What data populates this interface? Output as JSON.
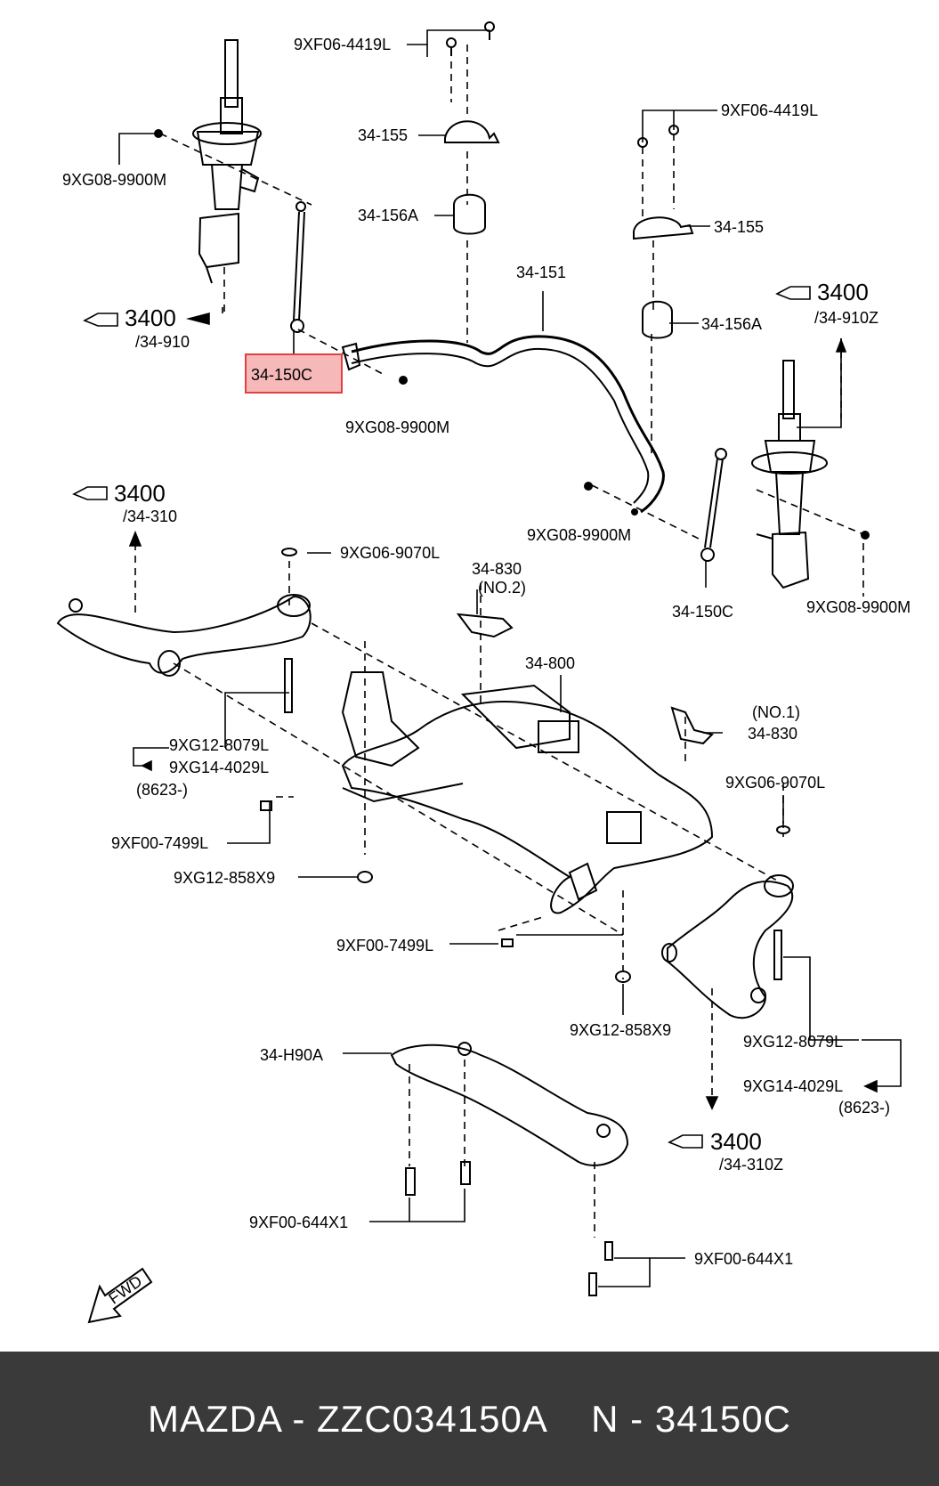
{
  "labels": {
    "xf06_top": "9XF06-4419L",
    "p155_top": "34-155",
    "p156a_left": "34-156A",
    "xg08_strut_left": "9XG08-9900M",
    "ref3400_left": "3400",
    "ref910_left": "/34-910",
    "highlighted": "34-150C",
    "xg08_link_left": "9XG08-9900M",
    "p151": "34-151",
    "xf06_right": "9XF06-4419L",
    "p155_right": "34-155",
    "p156a_right": "34-156A",
    "ref3400_right": "3400",
    "ref910z_right": "/34-910Z",
    "xg08_mid": "9XG08-9900M",
    "p150c_right": "34-150C",
    "xg08_strut_right": "9XG08-9900M",
    "ref3400_arm_left": "3400",
    "ref310_left": "/34-310",
    "xg06_left": "9XG06-9070L",
    "p830_no2": "34-830",
    "no2": "(NO.2)",
    "p800": "34-800",
    "no1": "(NO.1)",
    "p830_no1": "34-830",
    "xg12_8079_left": "9XG12-8079L",
    "xg14_left": "9XG14-4029L",
    "range_left": "(8623-)",
    "xf00_7499_left": "9XF00-7499L",
    "xg12_858_left": "9XG12-858X9",
    "xg06_right": "9XG06-9070L",
    "xf00_7499_mid": "9XF00-7499L",
    "xg12_858_mid": "9XG12-858X9",
    "xg12_8079_right": "9XG12-8079L",
    "xg14_right": "9XG14-4029L",
    "range_right": "(8623-)",
    "ph90a": "34-H90A",
    "ref3400_arm_right": "3400",
    "ref310z_right": "/34-310Z",
    "xf00_644_left": "9XF00-644X1",
    "xf00_644_right": "9XF00-644X1",
    "fwd": "FWD"
  },
  "footer": {
    "text": "MAZDA - ZZC034150A    N - 34150C"
  },
  "colors": {
    "highlight_fill": "#f6b8b8",
    "highlight_stroke": "#e04040",
    "footer_bg": "#3a3a3a"
  }
}
